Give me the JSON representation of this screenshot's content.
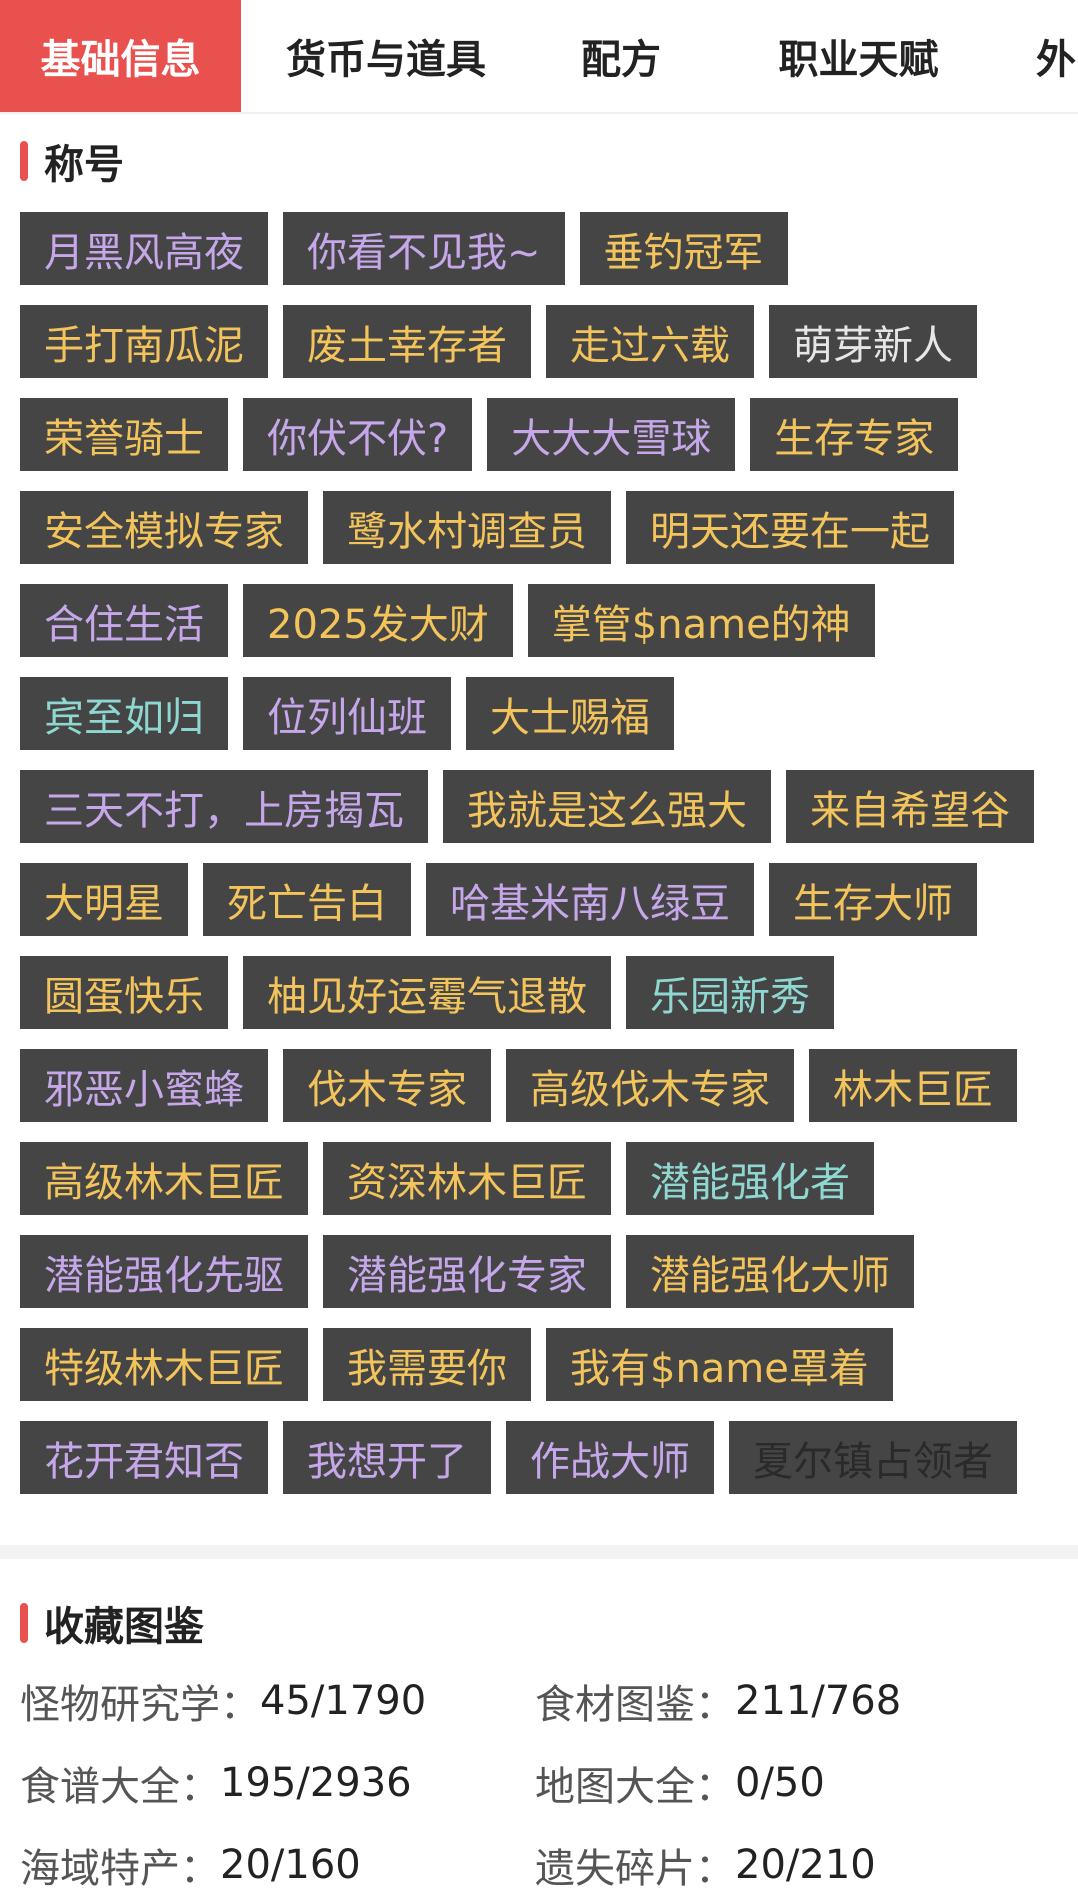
{
  "tabs": [
    {
      "label": "基础信息",
      "active": true
    },
    {
      "label": "货币与道具",
      "active": false
    },
    {
      "label": "配方",
      "active": false
    },
    {
      "label": "职业天赋",
      "active": false
    },
    {
      "label": "外",
      "active": false
    }
  ],
  "titles_section": {
    "heading": "称号",
    "rows": [
      [
        {
          "text": "月黑风高夜",
          "color": "purple"
        },
        {
          "text": "你看不见我~",
          "color": "purple"
        },
        {
          "text": "垂钓冠军",
          "color": "yellow"
        }
      ],
      [
        {
          "text": "手打南瓜泥",
          "color": "yellow"
        },
        {
          "text": "废土幸存者",
          "color": "yellow"
        },
        {
          "text": "走过六载",
          "color": "yellow"
        },
        {
          "text": "萌芽新人",
          "color": "white"
        }
      ],
      [
        {
          "text": "荣誉骑士",
          "color": "yellow"
        },
        {
          "text": "你伏不伏?",
          "color": "purple"
        },
        {
          "text": "大大大雪球",
          "color": "purple"
        },
        {
          "text": "生存专家",
          "color": "yellow"
        }
      ],
      [
        {
          "text": "安全模拟专家",
          "color": "yellow"
        },
        {
          "text": "鹭水村调查员",
          "color": "yellow"
        },
        {
          "text": "明天还要在一起",
          "color": "yellow"
        }
      ],
      [
        {
          "text": "合住生活",
          "color": "purple"
        },
        {
          "text": "2025发大财",
          "color": "yellow"
        },
        {
          "text": "掌管$name的神",
          "color": "yellow"
        }
      ],
      [
        {
          "text": "宾至如归",
          "color": "teal"
        },
        {
          "text": "位列仙班",
          "color": "purple"
        },
        {
          "text": "大士赐福",
          "color": "yellow"
        }
      ],
      [
        {
          "text": "三天不打，上房揭瓦",
          "color": "purple"
        },
        {
          "text": "我就是这么强大",
          "color": "yellow"
        },
        {
          "text": "来自希望谷",
          "color": "yellow"
        }
      ],
      [
        {
          "text": "大明星",
          "color": "yellow"
        },
        {
          "text": "死亡告白",
          "color": "yellow"
        },
        {
          "text": "哈基米南八绿豆",
          "color": "purple"
        },
        {
          "text": "生存大师",
          "color": "yellow"
        }
      ],
      [
        {
          "text": "圆蛋快乐",
          "color": "yellow"
        },
        {
          "text": "柚见好运霉气退散",
          "color": "yellow"
        },
        {
          "text": "乐园新秀",
          "color": "teal"
        }
      ],
      [
        {
          "text": "邪恶小蜜蜂",
          "color": "purple"
        },
        {
          "text": "伐木专家",
          "color": "yellow"
        },
        {
          "text": "高级伐木专家",
          "color": "yellow"
        },
        {
          "text": "林木巨匠",
          "color": "yellow"
        }
      ],
      [
        {
          "text": "高级林木巨匠",
          "color": "yellow"
        },
        {
          "text": "资深林木巨匠",
          "color": "yellow"
        },
        {
          "text": "潜能强化者",
          "color": "teal"
        }
      ],
      [
        {
          "text": "潜能强化先驱",
          "color": "purple"
        },
        {
          "text": "潜能强化专家",
          "color": "purple"
        },
        {
          "text": "潜能强化大师",
          "color": "yellow"
        }
      ],
      [
        {
          "text": "特级林木巨匠",
          "color": "yellow"
        },
        {
          "text": "我需要你",
          "color": "yellow"
        },
        {
          "text": "我有$name罩着",
          "color": "yellow"
        }
      ],
      [
        {
          "text": "花开君知否",
          "color": "purple"
        },
        {
          "text": "我想开了",
          "color": "purple"
        },
        {
          "text": "作战大师",
          "color": "purple"
        },
        {
          "text": "夏尔镇占领者",
          "color": "grey"
        }
      ]
    ]
  },
  "collection_section": {
    "heading": "收藏图鉴",
    "stats": [
      {
        "label": "怪物研究学：",
        "value": "45/1790"
      },
      {
        "label": "食材图鉴：",
        "value": "211/768"
      },
      {
        "label": "食谱大全：",
        "value": "195/2936"
      },
      {
        "label": "地图大全：",
        "value": "0/50"
      },
      {
        "label": "海域特产：",
        "value": "20/160"
      },
      {
        "label": "遗失碎片：",
        "value": "20/210"
      }
    ]
  },
  "colors": {
    "accent": "#e9514f",
    "chip_bg": "#454545",
    "yellow": "#f2c45b",
    "purple": "#c6a8ea",
    "teal": "#8fd8d2"
  }
}
